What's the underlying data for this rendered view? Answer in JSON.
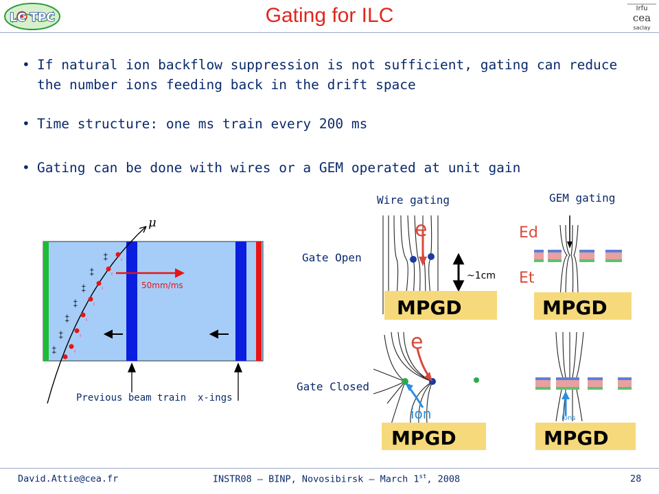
{
  "header": {
    "title": "Gating for ILC",
    "logo_left_text": "LC TPC",
    "logo_right_lines": [
      "Irfu",
      "cea",
      "saclay"
    ]
  },
  "bullets": [
    "If natural ion backflow suppression is not sufficient, gating can reduce the number ions feeding back in the drift space",
    "Time structure: one ms train every 200 ms",
    "Gating can be done with wires or a GEM operated at unit gain"
  ],
  "drift_diagram": {
    "particle_label": "μ",
    "speed_label": "50mm/ms",
    "caption": "Previous beam train  x-ings"
  },
  "gating_figure": {
    "col_wire": "Wire gating",
    "col_gem": "GEM gating",
    "row_open": "Gate Open",
    "row_closed": "Gate Closed",
    "pad_label": "MPGD",
    "electron_label": "e",
    "ion_label": "ion",
    "ions_label": "ions",
    "ed_label": "Ed",
    "et_label": "Et",
    "distance_label": "~1cm"
  },
  "footer": {
    "email": "David.Attie@cea.fr",
    "conference_main": "INSTR08 – BINP, Novosibirsk – March 1",
    "conference_sup": "st",
    "conference_tail": ", 2008",
    "page_number": "28"
  },
  "colors": {
    "title": "#e0261e",
    "text": "#0a2a6b",
    "drift_bg": "#a6cdf7",
    "cathode": "#1dbb36",
    "gate": "#0a1ee0",
    "anode": "#e81414",
    "mpgd": "#f6d97a",
    "ion_arrow": "#2a8fe0"
  }
}
